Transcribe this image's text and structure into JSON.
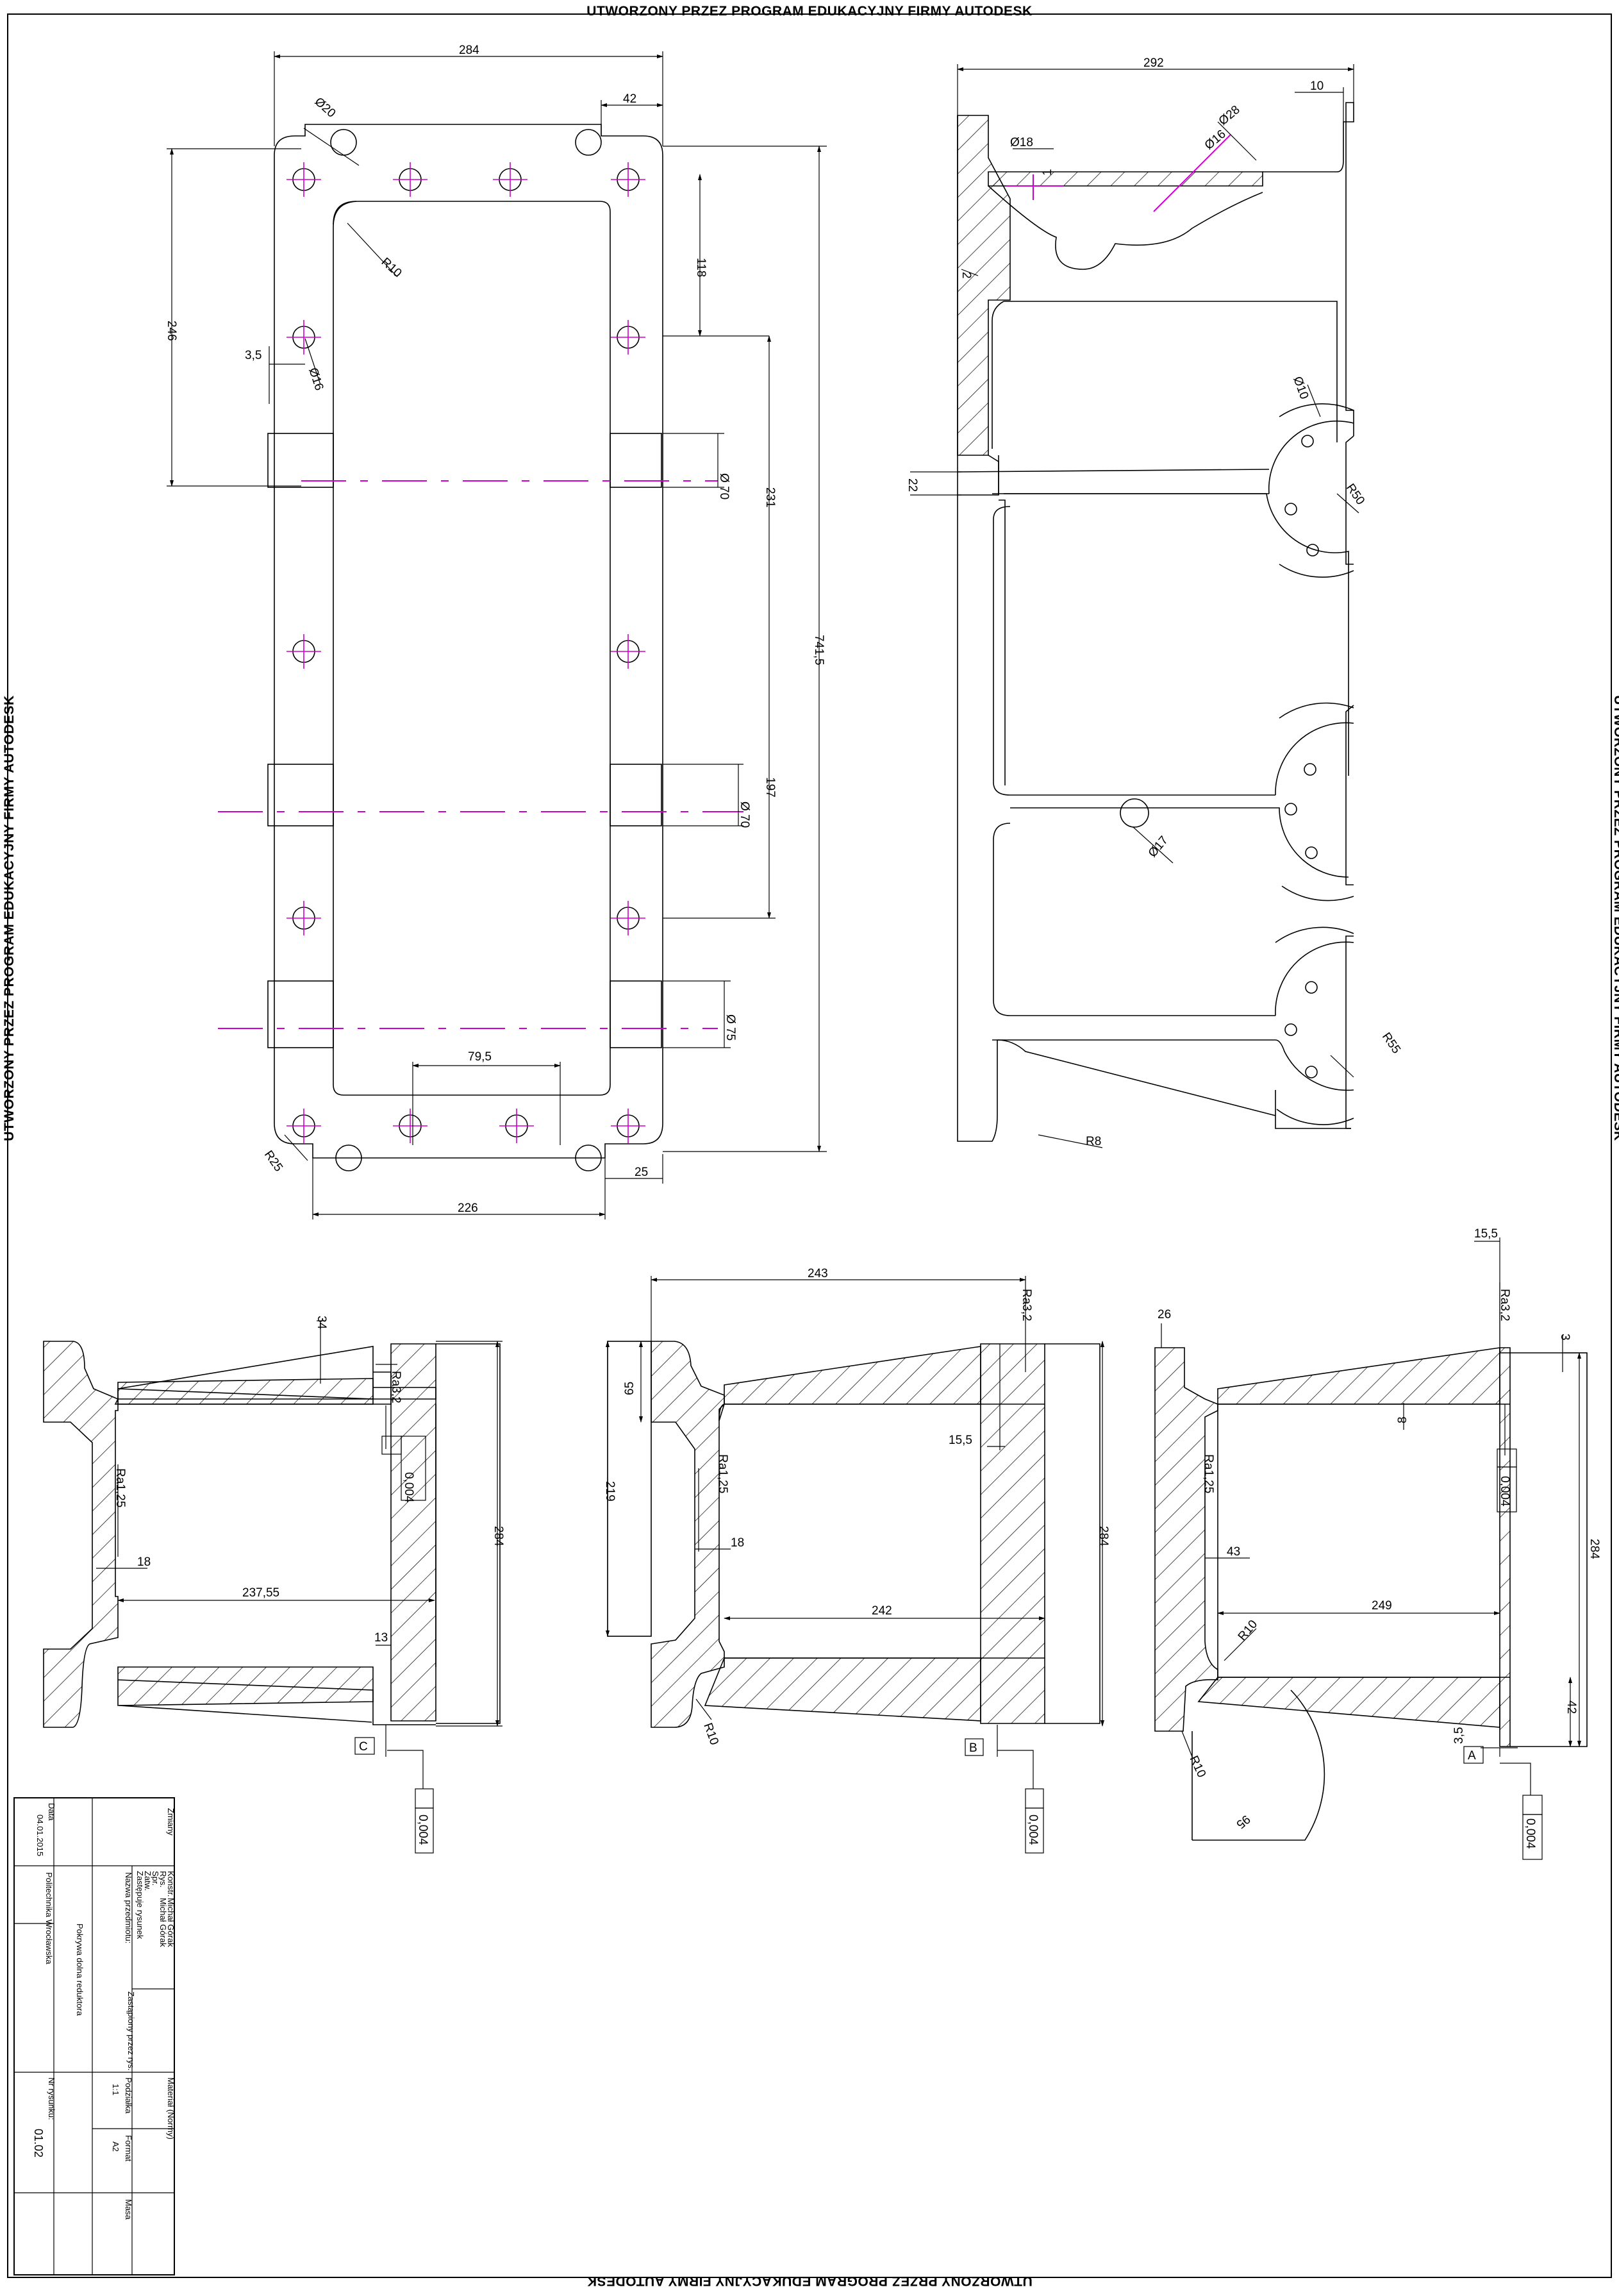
{
  "banner": "UTWORZONY PRZEZ PROGRAM EDUKACYJNY FIRMY AUTODESK",
  "colors": {
    "line": "#000000",
    "axis": "#cc00cc",
    "paper": "#ffffff"
  },
  "view_top": {
    "d284": "284",
    "d42": "42",
    "d246": "246",
    "d118": "118",
    "d35": "3,5",
    "dia20": "Ø20",
    "r10": "R10",
    "dia16": "Ø16",
    "dia70a": "Ø 70",
    "d231": "231",
    "d7415": "741,5",
    "d197": "197",
    "dia70b": "Ø 70",
    "dia75": "Ø 75",
    "d795": "79,5",
    "r25": "R25",
    "d25": "25",
    "d226": "226"
  },
  "view_side": {
    "d292": "292",
    "d10": "10",
    "dia28": "Ø28",
    "dia16": "Ø16",
    "dia18": "Ø18",
    "d1": "1",
    "d2": "2",
    "dia10": "Ø10",
    "d22": "22",
    "r50": "R50",
    "dia17": "Ø17",
    "r55": "R55",
    "r8": "R8"
  },
  "sec_c": {
    "d34": "34",
    "ra32": "Ra3,2",
    "tol": "0,004",
    "ra125": "Ra1,25",
    "d18": "18",
    "d284": "284",
    "d23755": "237,55",
    "d13": "13",
    "label": "C",
    "tol2": "0,004"
  },
  "sec_b": {
    "d243": "243",
    "ra32": "Ra3,2",
    "d65": "65",
    "d155": "15,5",
    "d219": "219",
    "ra125": "Ra1,25",
    "d18": "18",
    "d284": "284",
    "d242": "242",
    "r10": "R10",
    "label": "B",
    "tol": "0,004"
  },
  "sec_a": {
    "d155": "15,5",
    "d26": "26",
    "ra32": "Ra3,2",
    "d3": "3",
    "d8": "8",
    "ra125": "Ra1,25",
    "tol": "0,004",
    "d284": "284",
    "d43": "43",
    "d249": "249",
    "r10": "R10",
    "r10b": "R10",
    "d42": "42",
    "d35": "3,5",
    "label": "A",
    "tol2": "0,004",
    "d95": "95"
  },
  "title_block": {
    "zmiany": "Zmiany",
    "data_label": "Data",
    "data_value": "04.01.2015",
    "konstr_label": "Konstr.",
    "konstr_value": "Michał Górak",
    "rys_label": "Rys.",
    "rys_value": "Michał Górak",
    "spr_label": "Spr.",
    "zatw_label": "Zatw.",
    "zastepuje_label": "Zastępuje rysunek",
    "zastapiony_label": "Zastąpiony przez rys.",
    "nazwa_label": "Nazwa przedmiotu:",
    "nazwa_value": "Pokrywa dolna reduktora",
    "org": "Politechnika Wrocławska",
    "material_label": "Materiał (Normy)",
    "podzialka_label": "Podziałka",
    "podzialka_value": "1:1",
    "format_label": "Format",
    "format_value": "A2",
    "masa_label": "Masa",
    "nr_label": "Nr rysunku:",
    "nr_value": "01.02"
  }
}
